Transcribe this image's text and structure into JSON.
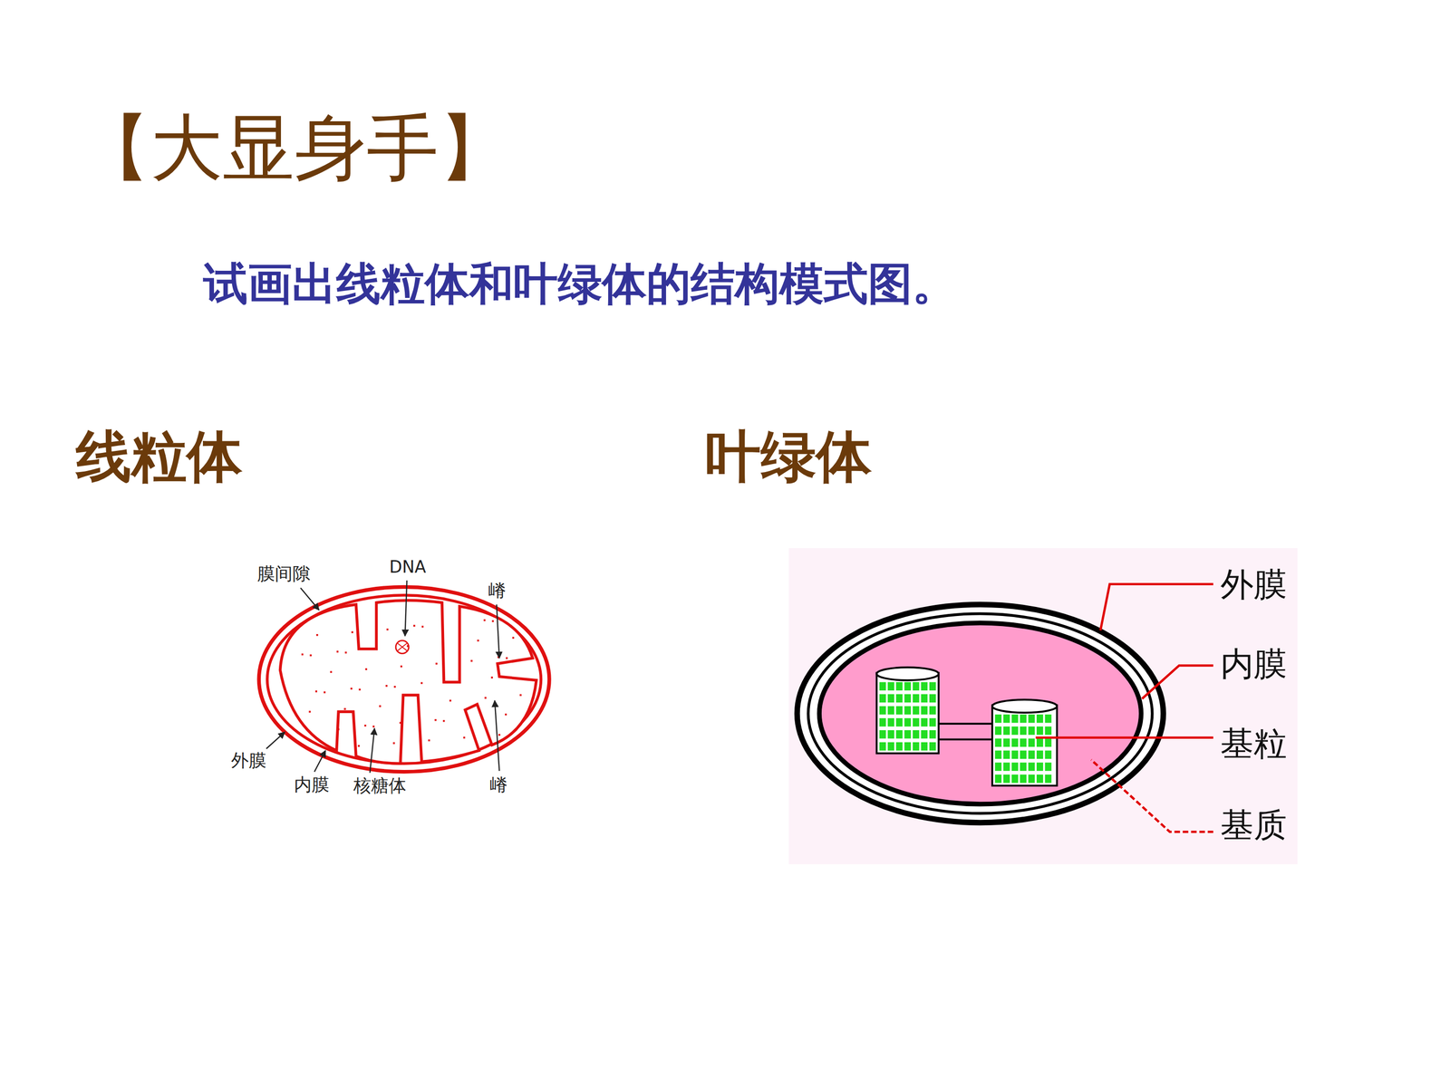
{
  "diagram": {
    "title": "【大显身手】",
    "labels": [
      "试画出线粒体和叶绿体的结构模式图。",
      "线粒体",
      "叶绿体",
      "膜间隙",
      "DNA",
      "嵴",
      "外膜",
      "内膜",
      "核糖体",
      "嵴",
      "外膜",
      "内膜",
      "基粒",
      "基质"
    ]
  }
}
